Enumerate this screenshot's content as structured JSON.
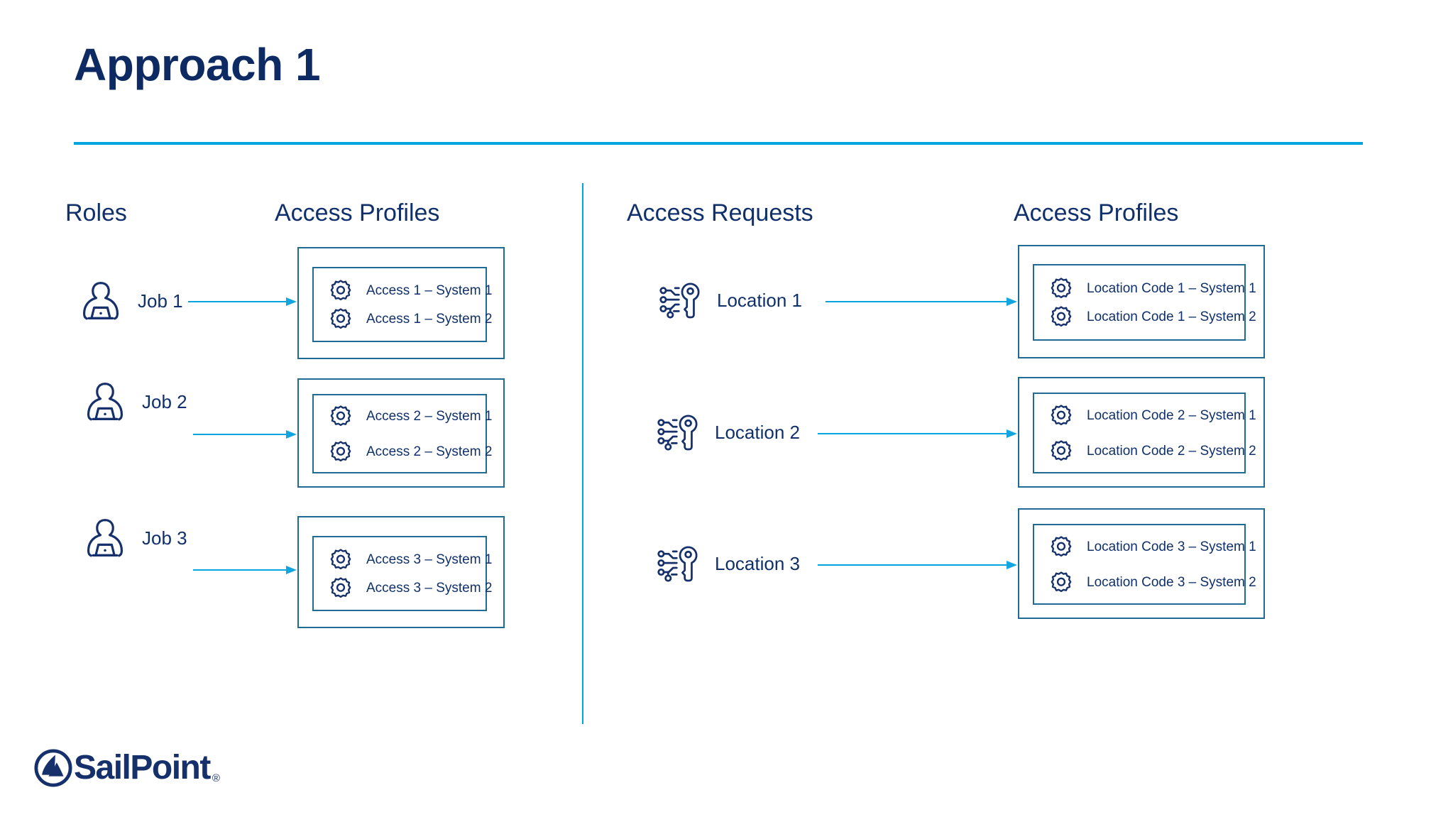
{
  "slide": {
    "title": "Approach 1",
    "title_color": "#0d2b62",
    "accent_color": "#00a5dd",
    "navy_color": "#10306b",
    "box_border_color": "#1f6b93",
    "background": "#ffffff"
  },
  "left_section": {
    "source_heading": "Roles",
    "target_heading": "Access Profiles",
    "rows": [
      {
        "icon": "person-laptop-icon",
        "label": "Job 1",
        "profiles": [
          "Access 1 – System 1",
          "Access 1 – System 2"
        ]
      },
      {
        "icon": "person-laptop-icon",
        "label": "Job 2",
        "profiles": [
          "Access 2 – System 1",
          "Access 2 – System 2"
        ]
      },
      {
        "icon": "person-laptop-icon",
        "label": "Job 3",
        "profiles": [
          "Access 3 – System 1",
          "Access 3 – System 2"
        ]
      }
    ]
  },
  "right_section": {
    "source_heading": "Access Requests",
    "target_heading": "Access Profiles",
    "rows": [
      {
        "icon": "digital-key-icon",
        "label": "Location 1",
        "profiles": [
          "Location Code 1 – System 1",
          "Location Code 1 – System 2"
        ]
      },
      {
        "icon": "digital-key-icon",
        "label": "Location 2",
        "profiles": [
          "Location Code 2 – System 1",
          "Location Code 2 – System 2"
        ]
      },
      {
        "icon": "digital-key-icon",
        "label": "Location 3",
        "profiles": [
          "Location Code 3 – System 1",
          "Location Code 3 – System 2"
        ]
      }
    ]
  },
  "footer": {
    "logo_mark": "sailboat-circle-icon",
    "logo_text": "SailPoint",
    "trademark": "®"
  }
}
